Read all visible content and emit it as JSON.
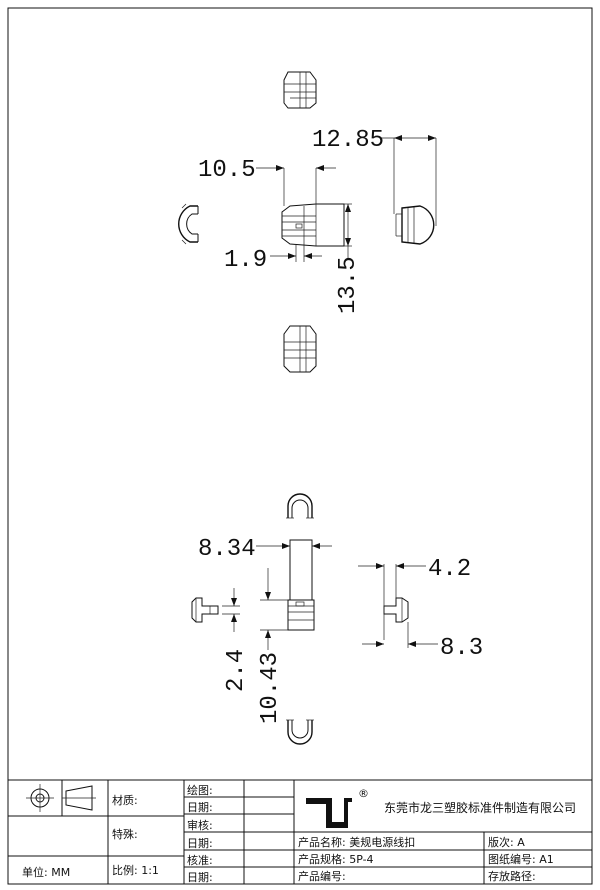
{
  "dimensions": {
    "top_left_width": "10.5",
    "top_right_width": "12.85",
    "top_small": "1.9",
    "top_height": "13.5",
    "bottom_width": "8.34",
    "bottom_right_top": "4.2",
    "bottom_right_bottom": "8.3",
    "bottom_small": "2.4",
    "bottom_height": "10.43"
  },
  "title_block": {
    "unit_label": "单位: MM",
    "material_label": "材质:",
    "special_label": "特殊:",
    "scale_label": "比例: 1:1",
    "drawn_label": "绘图:",
    "date1_label": "日期:",
    "review_label": "审核:",
    "date2_label": "日期:",
    "approve_label": "核准:",
    "date3_label": "日期:",
    "company": "东莞市龙三塑胶标准件制造有限公司",
    "registered": "®",
    "product_name": "产品名称: 美规电源线扣",
    "product_spec": "产品规格: 5P-4",
    "product_code": "产品编号:",
    "version": "版次:  A",
    "drawing_no": "图纸编号: A1",
    "storage_path": "存放路径:"
  }
}
